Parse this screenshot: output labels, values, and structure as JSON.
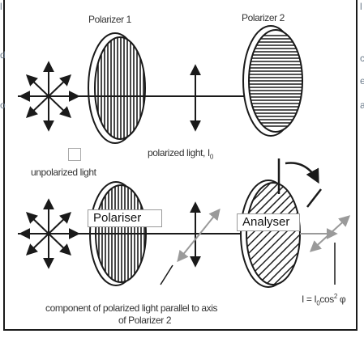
{
  "labels": {
    "polarizer1": "Polarizer 1",
    "polarizer2": "Polarizer 2",
    "polarized_light": "polarized light, I",
    "polarized_light_sub": "0",
    "unpolarized_light": "unpolarized light",
    "polariser_box": "Polariser",
    "analyser_box": "Analyser",
    "intensity_I": "I = I",
    "intensity_sub": "0",
    "intensity_cos": "cos",
    "intensity_sup": "2",
    "intensity_phi": "φ",
    "component_line1": "component of polarized light parallel to axis",
    "component_line2": "of Polarizer 2"
  },
  "edge_fragments": {
    "left": [
      "l",
      "d",
      "o"
    ],
    "right": [
      "l",
      "c",
      "e",
      "a"
    ]
  },
  "colors": {
    "line": "#1a1a1a",
    "grey_arrow": "#9a9a9a",
    "label_text": "#333333",
    "box_border": "#9a9a9a"
  }
}
